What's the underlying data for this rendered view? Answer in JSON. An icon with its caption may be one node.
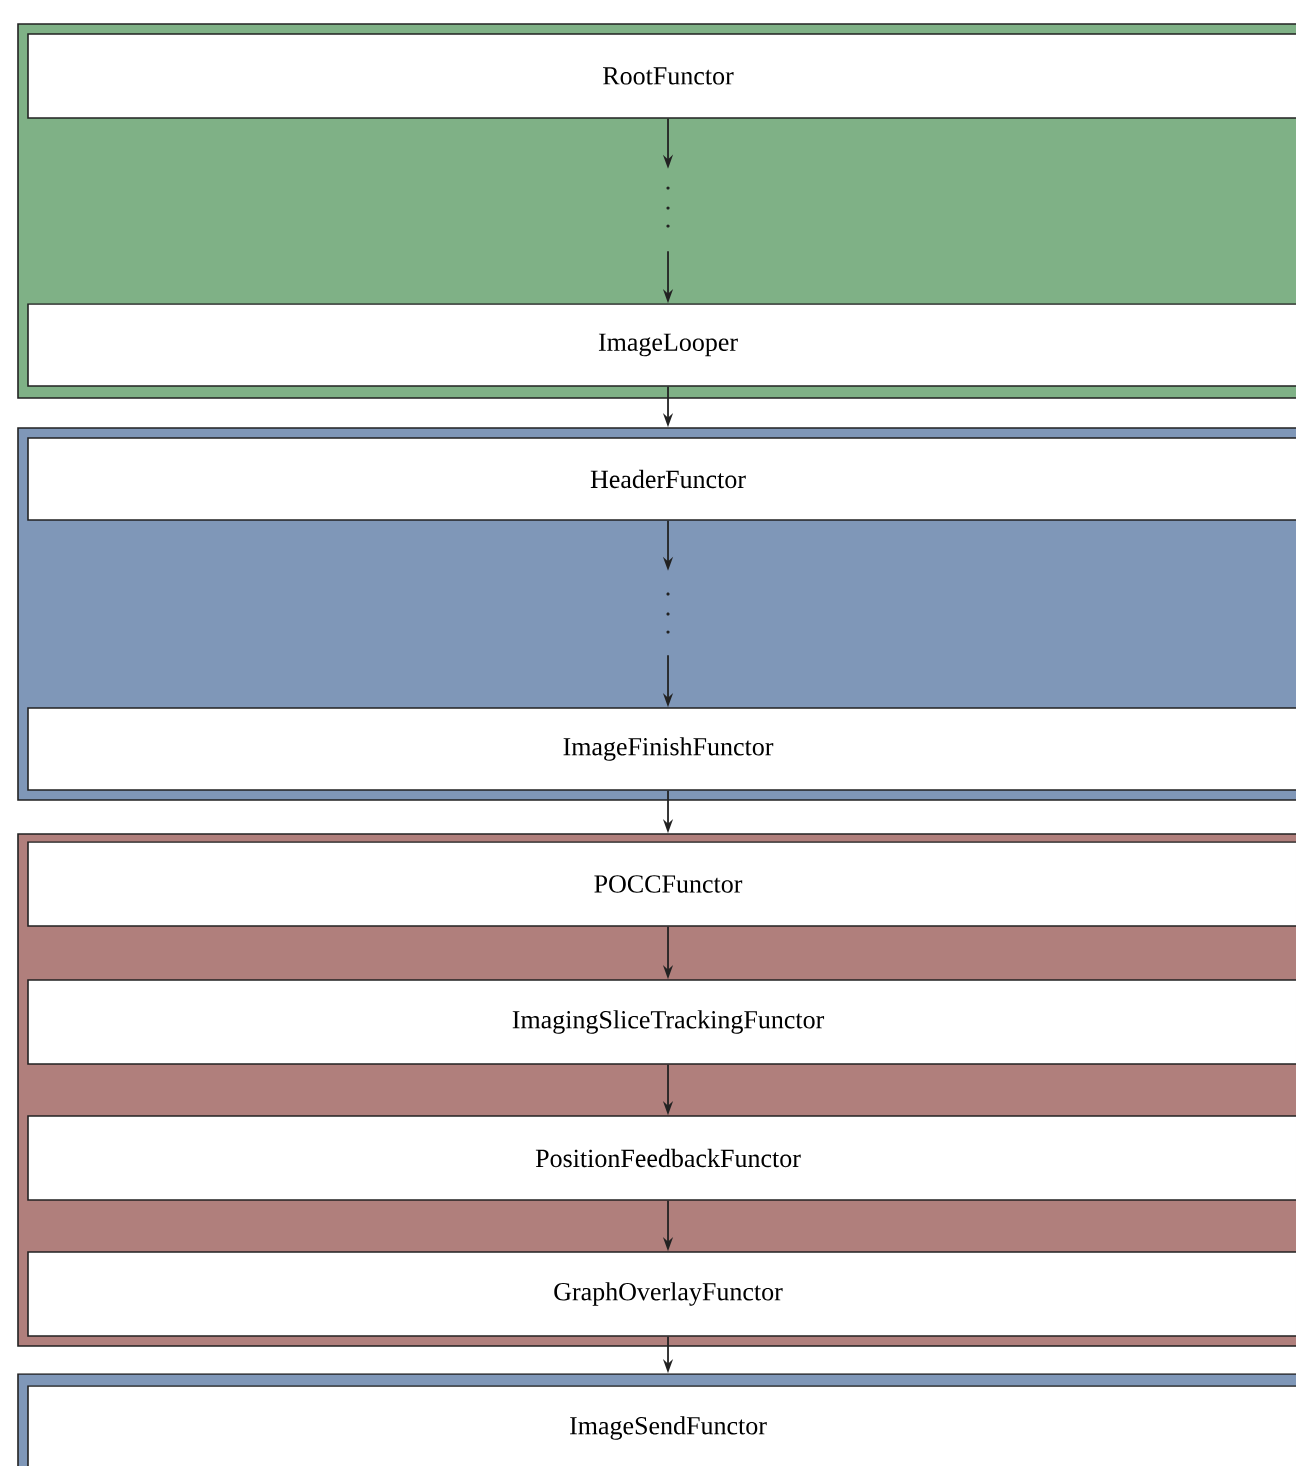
{
  "diagram": {
    "nodes": [
      {
        "text": [],
        "shape": "box"
      },
      {
        "text": [
          "RootFunctor"
        ],
        "in": 0
      },
      {
        "text": [
          "ImageLooper"
        ],
        "in": 0
      },
      {
        "text": [],
        "shape": "box"
      },
      {
        "text": [
          "HeaderFunctor"
        ],
        "in": 3
      },
      {
        "text": [
          "ImageFinishFunctor"
        ],
        "in": 3
      },
      {
        "text": [],
        "shape": "box"
      },
      {
        "text": [
          "POCCFunctor"
        ],
        "in": 6
      },
      {
        "text": [
          "ImagingSliceTrackingFunctor"
        ],
        "in": 6
      },
      {
        "text": [
          "PositionFeedbackFunctor"
        ],
        "in": 6
      },
      {
        "text": [
          "GraphOverlayFunctor"
        ],
        "in": 6
      },
      {
        "text": [],
        "shape": "box"
      },
      {
        "text": [
          "ImageSendFunctor"
        ],
        "in": 11
      }
    ],
    "edges": [
      {
        "from": 1,
        "to": null,
        "arrow": "to"
      },
      {
        "from": null,
        "to": 2,
        "arrow": "to"
      },
      {
        "from": 2,
        "to": 3,
        "arrow": "to"
      },
      {
        "from": 4,
        "to": null,
        "arrow": "to"
      },
      {
        "from": null,
        "to": 5,
        "arrow": "to"
      },
      {
        "from": 5,
        "to": 6,
        "arrow": "to"
      },
      {
        "from": 7,
        "to": 8,
        "arrow": "to"
      },
      {
        "from": 8,
        "to": 9,
        "arrow": "to"
      },
      {
        "from": 9,
        "to": 10,
        "arrow": "to"
      },
      {
        "from": 10,
        "to": 11,
        "arrow": "to"
      }
    ]
  }
}
